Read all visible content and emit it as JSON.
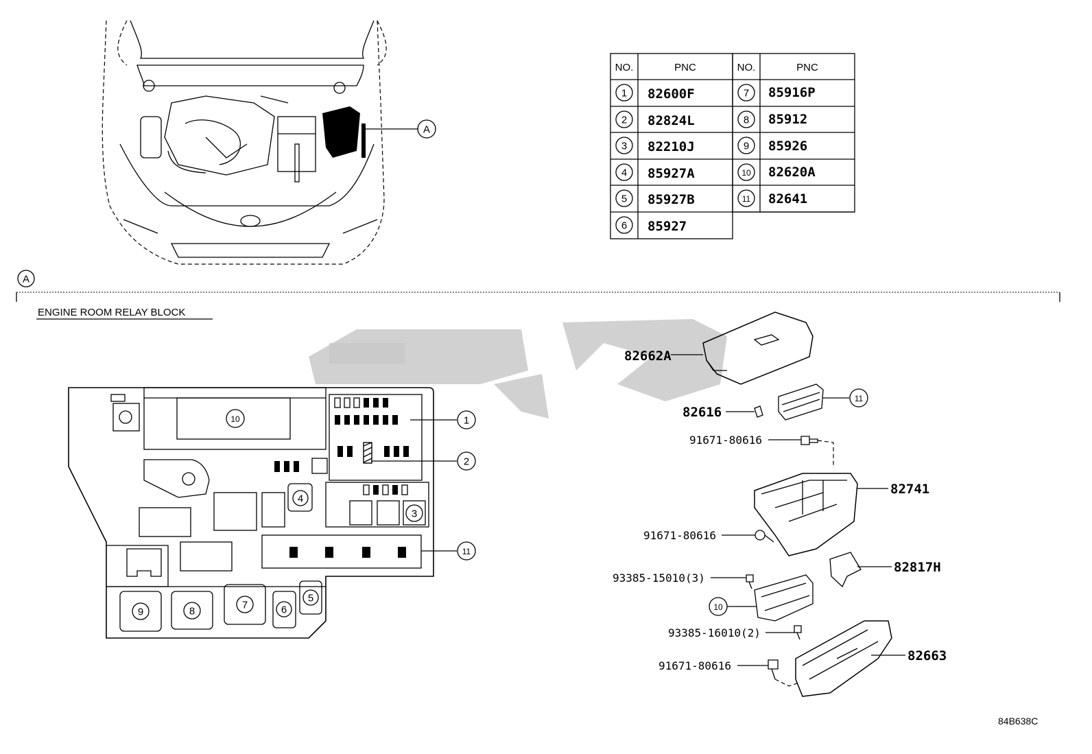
{
  "pnc_table": {
    "headers": [
      "NO.",
      "PNC",
      "NO.",
      "PNC"
    ],
    "rows": [
      {
        "no": "1",
        "pnc": "82600F"
      },
      {
        "no": "2",
        "pnc": "82824L"
      },
      {
        "no": "3",
        "pnc": "82210J"
      },
      {
        "no": "4",
        "pnc": "85927A"
      },
      {
        "no": "5",
        "pnc": "85927B"
      },
      {
        "no": "6",
        "pnc": "85927"
      },
      {
        "no": "7",
        "pnc": "85916P"
      },
      {
        "no": "8",
        "pnc": "85912"
      },
      {
        "no": "9",
        "pnc": "85926"
      },
      {
        "no": "10",
        "pnc": "82620A"
      },
      {
        "no": "11",
        "pnc": "82641"
      }
    ]
  },
  "view_marker": "A",
  "section_marker": "A",
  "section_title": "ENGINE ROOM RELAY BLOCK",
  "relay_block_callouts": [
    "10",
    "1",
    "2",
    "4",
    "3",
    "11",
    "9",
    "8",
    "7",
    "6",
    "5"
  ],
  "exploded_labels": {
    "cover": "82662A",
    "clip": "82616",
    "callout_11": "11",
    "bolt_top": "91671-80616",
    "housing": "82741",
    "bolt_mid": "91671-80616",
    "bracket": "82817H",
    "screw_3": "93385-15010(3)",
    "callout_10": "10",
    "screw_2": "93385-16010(2)",
    "bolt_bottom": "91671-80616",
    "lower_case": "82663"
  },
  "diagram_code": "84B638C"
}
